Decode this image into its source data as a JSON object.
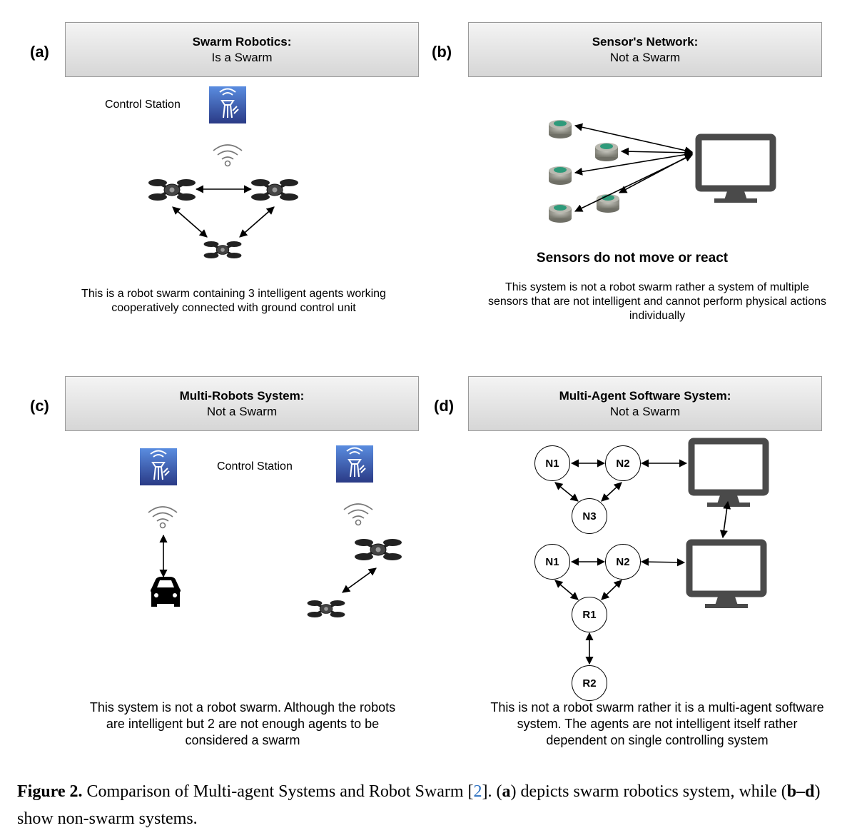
{
  "panels": {
    "a": {
      "letter": "(a)",
      "title": "Swarm Robotics:",
      "subtitle": "Is a Swarm",
      "control_label": "Control Station",
      "description": [
        "This is a robot swarm containing 3 intelligent agents working",
        "cooperatively connected with ground control unit"
      ]
    },
    "b": {
      "letter": "(b)",
      "title": "Sensor's Network:",
      "subtitle": "Not a Swarm",
      "heading": "Sensors do not move or react",
      "description": [
        "This system is not a robot swarm rather a system of multiple",
        "sensors that are not intelligent and cannot perform physical actions",
        "individually"
      ]
    },
    "c": {
      "letter": "(c)",
      "title": "Multi-Robots System:",
      "subtitle": "Not a Swarm",
      "control_label": "Control Station",
      "description": [
        "This system is not a robot swarm. Although the robots",
        "are intelligent but 2 are not enough agents to be",
        "considered a swarm"
      ]
    },
    "d": {
      "letter": "(d)",
      "title": "Multi-Agent Software System:",
      "subtitle": "Not a Swarm",
      "nodes": {
        "top_n1": "N1",
        "top_n2": "N2",
        "top_n3": "N3",
        "bot_n1": "N1",
        "bot_n2": "N2",
        "r1": "R1",
        "r2": "R2"
      },
      "description": [
        "This is not a robot swarm rather it is a multi-agent software",
        "system. The agents are not intelligent itself rather",
        "dependent on single controlling system"
      ]
    }
  },
  "caption": {
    "figure_label": "Figure 2.",
    "text_1": " Comparison of Multi-agent Systems and Robot Swarm [",
    "ref": "2",
    "text_2": "]. (",
    "a": "a",
    "text_3": ") depicts swarm robotics system, while (",
    "bd": "b–d",
    "text_4": ") show non-swarm systems."
  },
  "colors": {
    "tower_top": "#4a7fd6",
    "tower_bottom": "#2c3e8a",
    "sensor_green": "#2e9a7a",
    "monitor": "#4a4a4a"
  }
}
